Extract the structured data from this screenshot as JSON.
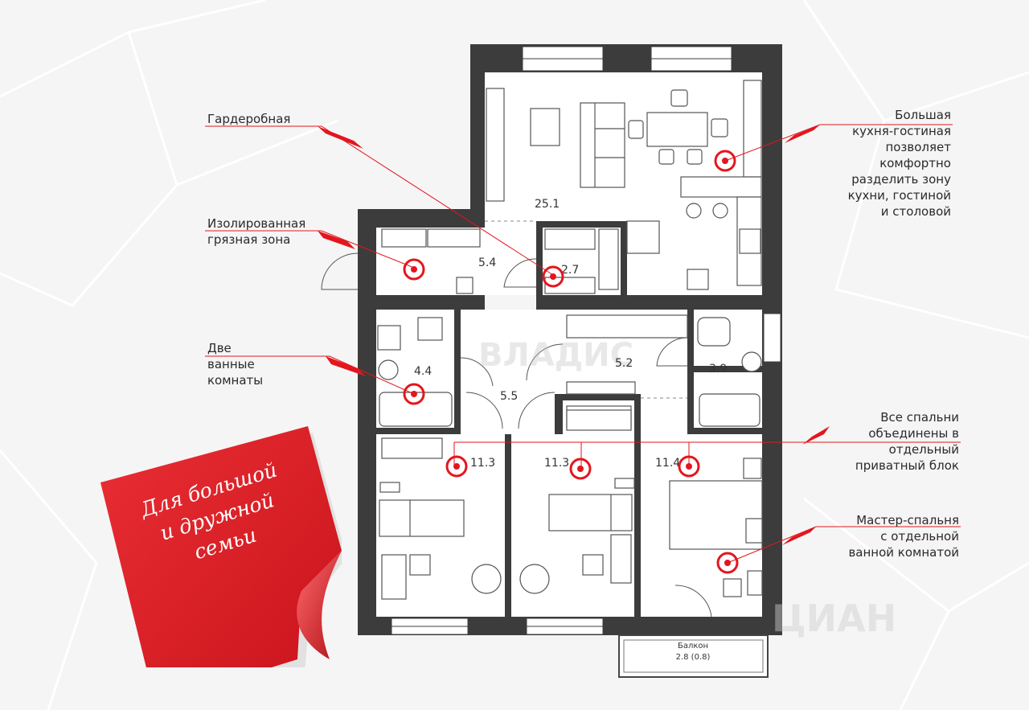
{
  "callouts": {
    "wardrobe": "Гардеробная",
    "dirty_zone": [
      "Изолированная",
      "грязная зона"
    ],
    "bathrooms": [
      "Две",
      "ванные",
      "комнаты"
    ],
    "kitchen_living": [
      "Большая",
      "кухня-гостиная",
      "позволяет",
      "комфортно",
      "разделить зону",
      "кухни, гостиной",
      "и столовой"
    ],
    "bedrooms_block": [
      "Все спальни",
      "объединены в",
      "отдельный",
      "приватный блок"
    ],
    "master_bedroom": [
      "Мастер-спальня",
      "с отдельной",
      "ванной комнатой"
    ]
  },
  "room_areas": {
    "kitchen_living": "25.1",
    "hallway": "5.4",
    "wardrobe": "2.7",
    "bathroom_1": "4.4",
    "corridor_1": "5.5",
    "corridor_2": "5.2",
    "bathroom_2": "3.9",
    "bedroom_1": "11.3",
    "bedroom_2": "11.3",
    "bedroom_3": "11.4"
  },
  "balcony": {
    "label": "Балкон",
    "area": "2.8 (0.8)"
  },
  "sticky_note": [
    "Для большой",
    "и дружной",
    "семьи"
  ],
  "watermarks": {
    "center": "ВЛАДИС",
    "corner": "ЦИАН"
  },
  "colors": {
    "accent": "#e3161e",
    "wall": "#3c3c3c",
    "note": "#e5262d"
  }
}
